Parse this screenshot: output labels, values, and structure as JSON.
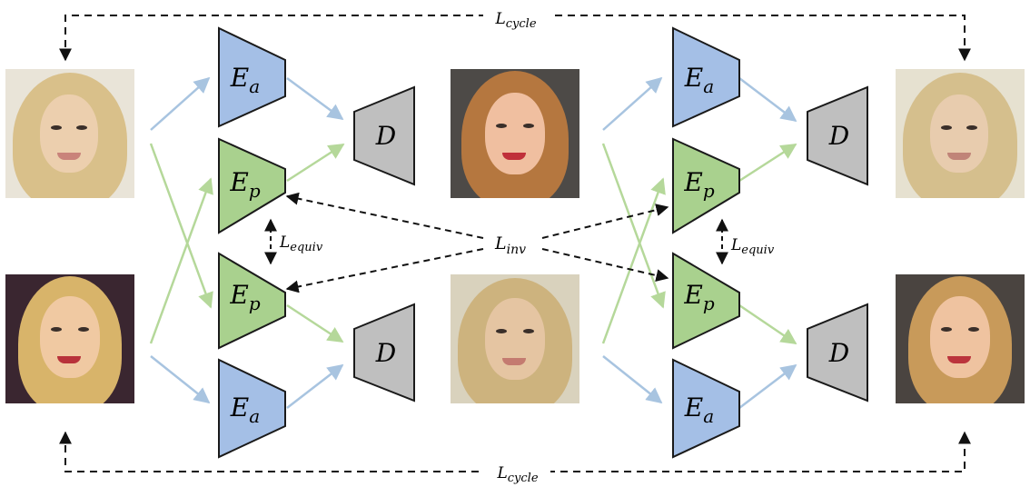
{
  "encoders": {
    "appearance": {
      "symbol": "E",
      "sub": "a"
    },
    "pose": {
      "symbol": "E",
      "sub": "p"
    }
  },
  "decoder": {
    "symbol": "D"
  },
  "losses": {
    "cycle": {
      "symbol": "L",
      "sub": "cycle"
    },
    "equiv": {
      "symbol": "L",
      "sub": "equiv"
    },
    "inv": {
      "symbol": "L",
      "sub": "inv"
    }
  },
  "colors": {
    "appearance_fill": "#a4bfe6",
    "pose_fill": "#a9d18e",
    "decoder_fill": "#bfbfbf",
    "stroke": "#1a1a1a",
    "appearance_arrow": "#a8c4e0",
    "pose_arrow": "#b5d89a",
    "loss_arrow": "#111111"
  }
}
